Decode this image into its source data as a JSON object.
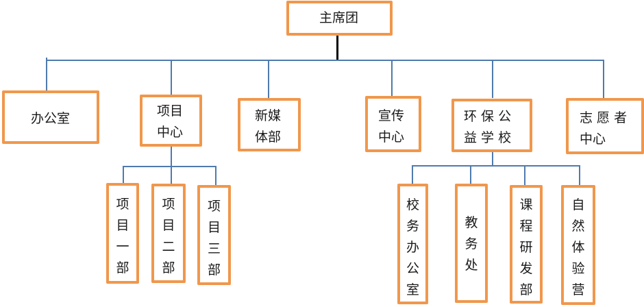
{
  "org_chart": {
    "root": {
      "label": "主席团"
    },
    "departments": [
      {
        "id": "office",
        "label": "办公室"
      },
      {
        "id": "project-center",
        "label_lines": [
          "项目",
          "中心"
        ],
        "children": [
          {
            "label": "项目一部",
            "chars": [
              "项",
              "目",
              "一",
              "部"
            ]
          },
          {
            "label": "项目二部",
            "chars": [
              "项",
              "目",
              "二",
              "部"
            ]
          },
          {
            "label": "项目三部",
            "chars": [
              "项",
              "目",
              "三",
              "部"
            ]
          }
        ]
      },
      {
        "id": "new-media",
        "label_lines": [
          "新媒",
          "体部"
        ]
      },
      {
        "id": "publicity-center",
        "label_lines": [
          "宣传",
          "中心"
        ]
      },
      {
        "id": "eco-school",
        "label_lines": [
          "环 保 公",
          "益 学 校"
        ],
        "children": [
          {
            "label": "校务办公室",
            "chars": [
              "校",
              "务",
              "办",
              "公",
              "室"
            ]
          },
          {
            "label": "教务处",
            "chars": [
              "教",
              "务",
              "处"
            ]
          },
          {
            "label": "课程研发部",
            "chars": [
              "课",
              "程",
              "研",
              "发",
              "部"
            ]
          },
          {
            "label": "自然体验营",
            "chars": [
              "自",
              "然",
              "体",
              "验",
              "营"
            ]
          }
        ]
      },
      {
        "id": "volunteer-center",
        "label_lines": [
          "志 愿 者",
          "中心"
        ]
      }
    ]
  },
  "colors": {
    "box_border": "#f0974c",
    "connector": "#4f7aad",
    "root_connector": "#000000"
  }
}
